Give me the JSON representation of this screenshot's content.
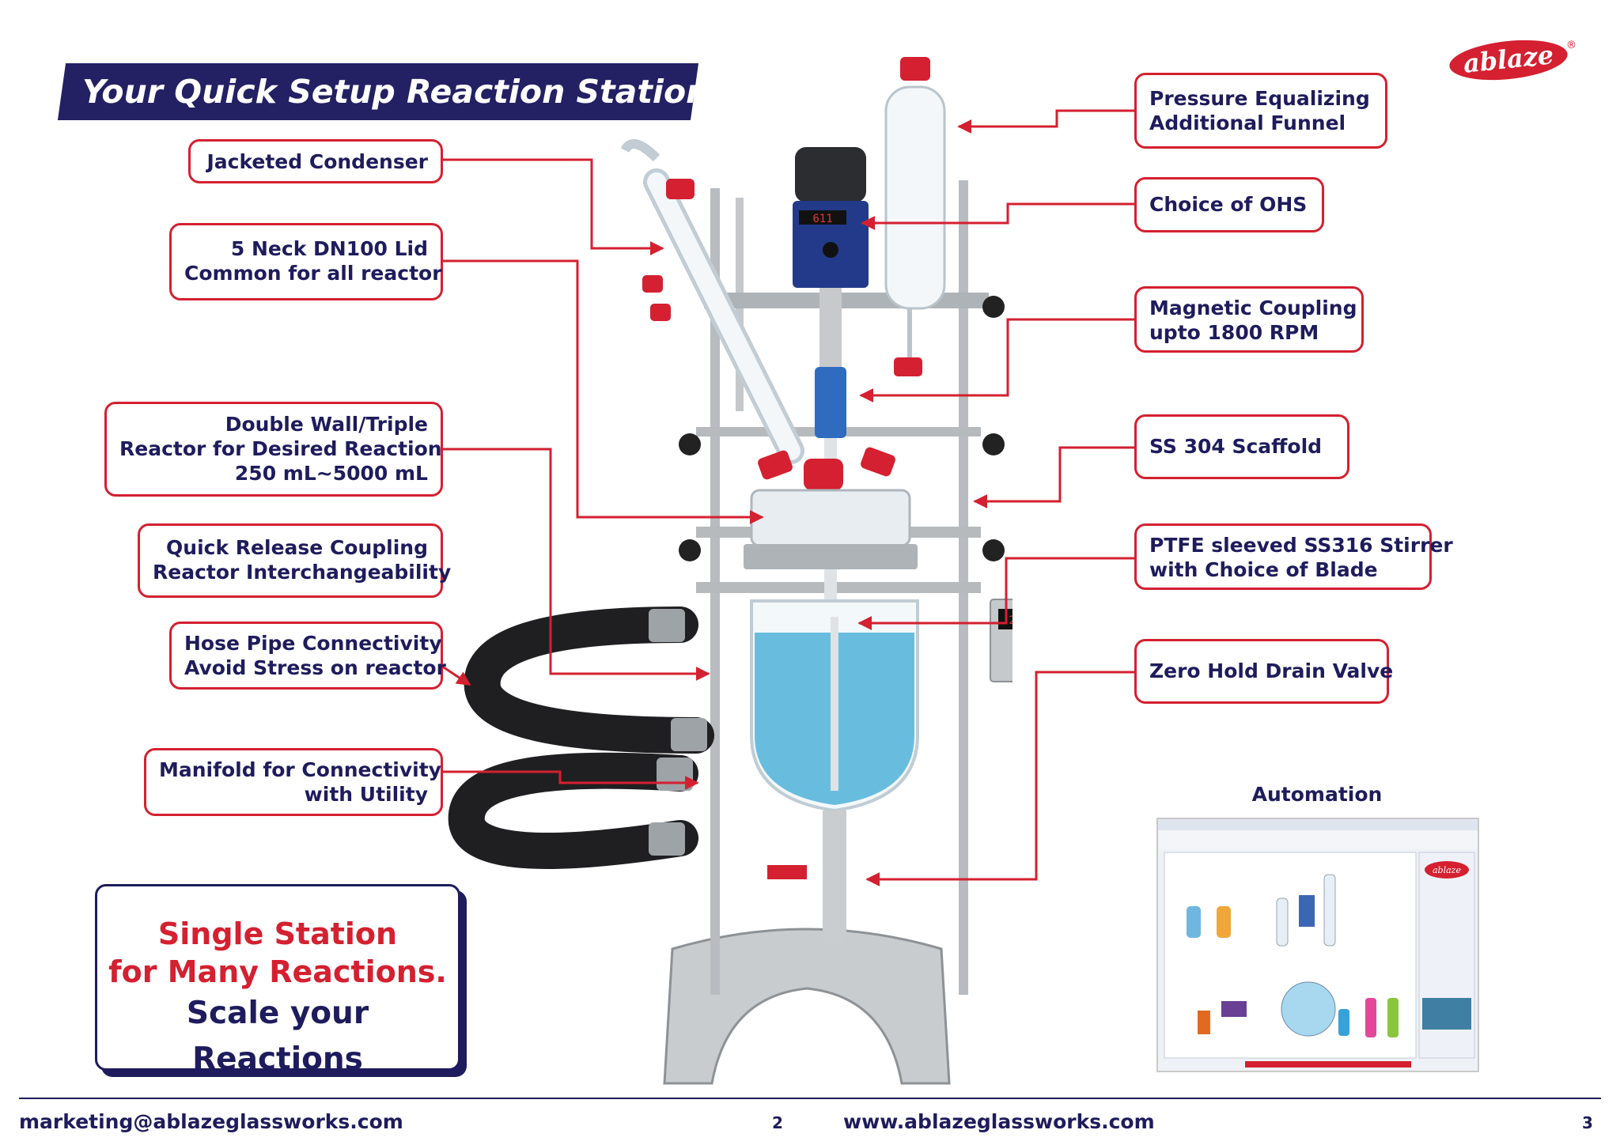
{
  "title": "Your Quick Setup Reaction Station",
  "logo": {
    "text": "ablaze",
    "mark": "®"
  },
  "callouts_left": [
    {
      "id": "condenser",
      "lines": [
        "Jacketed Condenser"
      ]
    },
    {
      "id": "lid",
      "lines": [
        "5 Neck DN100 Lid",
        "Common for all reactor"
      ]
    },
    {
      "id": "reactor",
      "lines": [
        "Double Wall/Triple",
        "Reactor for Desired Reaction",
        "250 mL~5000 mL"
      ]
    },
    {
      "id": "coupling",
      "lines": [
        "Quick Release Coupling",
        "Reactor Interchangeability"
      ]
    },
    {
      "id": "hose",
      "lines": [
        "Hose Pipe Connectivity",
        "Avoid Stress on reactor"
      ]
    },
    {
      "id": "manifold",
      "lines": [
        "Manifold for Connectivity",
        "with Utility"
      ]
    }
  ],
  "callouts_right": [
    {
      "id": "funnel",
      "lines": [
        "Pressure Equalizing",
        "Additional Funnel"
      ]
    },
    {
      "id": "ohs",
      "lines": [
        "Choice of OHS"
      ]
    },
    {
      "id": "magnetic",
      "lines": [
        "Magnetic Coupling",
        "upto 1800 RPM"
      ]
    },
    {
      "id": "scaffold",
      "lines": [
        "SS 304 Scaffold"
      ]
    },
    {
      "id": "stirrer",
      "lines": [
        "PTFE sleeved SS316 Stirrer",
        "with Choice of Blade"
      ]
    },
    {
      "id": "valve",
      "lines": [
        "Zero Hold Drain Valve"
      ]
    }
  ],
  "promo": {
    "line1": "Single Station",
    "line2": "for Many Reactions.",
    "line3": "Scale your Reactions"
  },
  "automation": {
    "label": "Automation",
    "screen_logo": "ablaze"
  },
  "footer": {
    "email": "marketing@ablazeglassworks.com",
    "page_left": "2",
    "website": "www.ablazeglassworks.com",
    "page_right": "3"
  },
  "colors": {
    "navy": "#232163",
    "red": "#d42030"
  }
}
